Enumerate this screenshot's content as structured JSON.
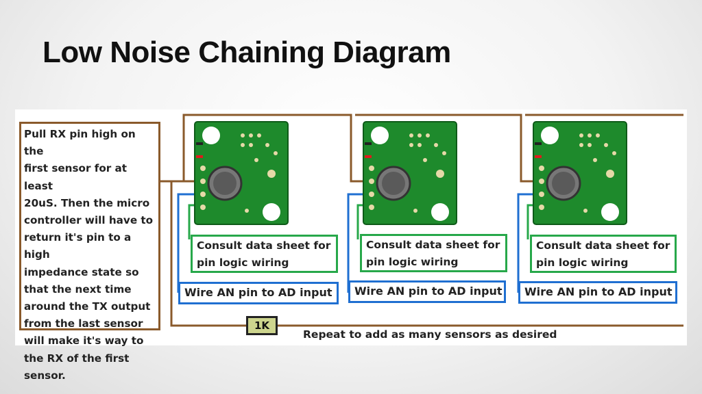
{
  "slide": {
    "title": "Low Noise Chaining Diagram"
  },
  "diagram": {
    "note_lines": [
      "Pull RX pin high on the",
      "first sensor for at least",
      "20uS. Then the micro",
      "controller will have to",
      "return it's pin to a high",
      "impedance state so",
      "that the next time",
      "around the TX output",
      "from the last sensor",
      "will make it's way to",
      "the RX of the first",
      "sensor."
    ],
    "sensors": [
      {
        "logic_lines": [
          "Consult data sheet for",
          "pin logic wiring"
        ],
        "an_label": "Wire AN  pin to  AD input"
      },
      {
        "logic_lines": [
          "Consult data sheet for",
          "pin logic wiring"
        ],
        "an_label": "Wire AN  pin to  AD input"
      },
      {
        "logic_lines": [
          "Consult data sheet for",
          "pin logic wiring"
        ],
        "an_label": "Wire AN  pin to  AD input"
      }
    ],
    "resistor_label": "1K",
    "repeat_note": "Repeat to add as many sensors as desired",
    "colors": {
      "wire_brown": "#8a5a2b",
      "wire_blue": "#1f6fd1",
      "box_green": "#27a84a",
      "pcb_green": "#1e8a2c",
      "pin_red": "#e01b1b"
    }
  }
}
